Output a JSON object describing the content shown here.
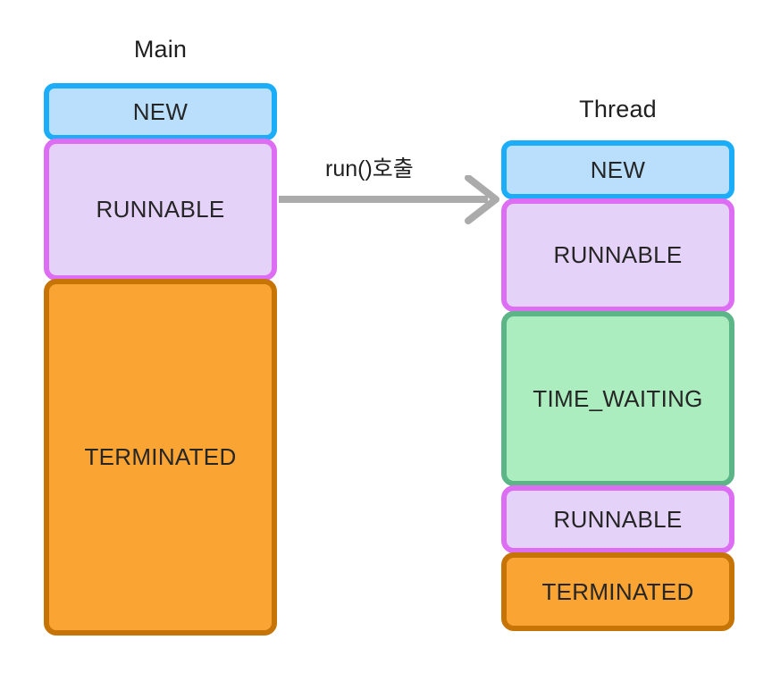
{
  "diagram": {
    "title_main": "Main",
    "title_thread": "Thread",
    "arrow_label": "run()호출",
    "colors": {
      "new_fill": "#b9dffc",
      "new_border": "#1cadf8",
      "runnable_fill": "#e5d2f8",
      "runnable_border": "#dd6ef4",
      "waiting_fill": "#abedbf",
      "waiting_border": "#5cb587",
      "terminated_fill": "#faa433",
      "terminated_border": "#c67405",
      "arrow": "#ababab",
      "text": "#262626",
      "background": "#ffffff"
    },
    "main_column": {
      "label": "Main",
      "states": [
        {
          "label": "NEW",
          "variant": "new"
        },
        {
          "label": "RUNNABLE",
          "variant": "runnable"
        },
        {
          "label": "TERMINATED",
          "variant": "terminated"
        }
      ]
    },
    "thread_column": {
      "label": "Thread",
      "states": [
        {
          "label": "NEW",
          "variant": "new"
        },
        {
          "label": "RUNNABLE",
          "variant": "runnable"
        },
        {
          "label": "TIME_WAITING",
          "variant": "waiting"
        },
        {
          "label": "RUNNABLE",
          "variant": "runnable"
        },
        {
          "label": "TERMINATED",
          "variant": "terminated"
        }
      ]
    }
  }
}
